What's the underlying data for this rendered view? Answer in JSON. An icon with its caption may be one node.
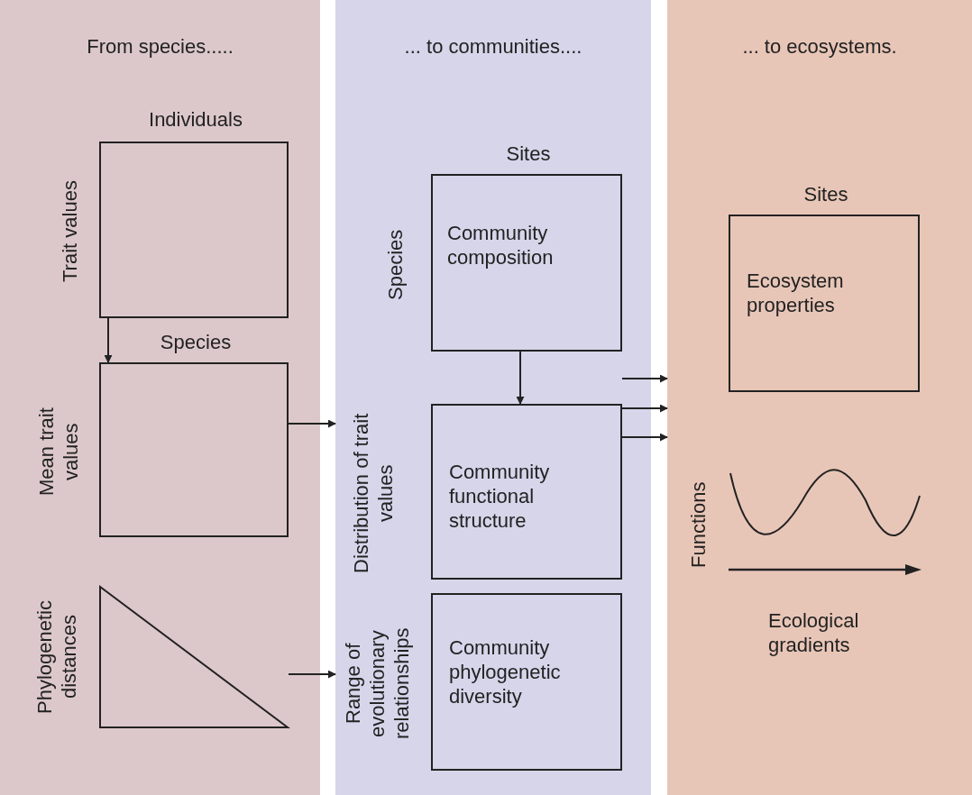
{
  "diagram": {
    "nodes": [
      {
        "text": [
          "From species....."
        ]
      },
      {
        "text": [
          "Individuals",
          "Trait values"
        ],
        "in": 0
      },
      {
        "text": [
          "Species",
          "Mean trait values"
        ],
        "in": 0
      },
      {
        "text": [
          "Phylogenetic distances"
        ],
        "in": 0
      },
      {
        "text": [
          "... to communities...."
        ]
      },
      {
        "text": [
          "Sites",
          "Species",
          "Community composition"
        ],
        "in": 4
      },
      {
        "text": [
          "Distribution of trait values",
          "Community functional structure"
        ],
        "in": 4
      },
      {
        "text": [
          "Range of evolutionary relationships",
          "Community phylogenetic diversity"
        ],
        "in": 4
      },
      {
        "text": [
          "... to ecosystems."
        ]
      },
      {
        "text": [
          "Sites",
          "Ecosystem properties"
        ],
        "in": 8
      },
      {
        "text": [
          "Functions",
          "Ecological gradients"
        ],
        "in": 8
      }
    ],
    "edges": [
      {
        "from": 1,
        "to": 2,
        "arrow": "to"
      },
      {
        "from": 2,
        "to": 4,
        "arrow": "to"
      },
      {
        "from": 3,
        "to": 4,
        "arrow": "to"
      },
      {
        "from": 5,
        "to": 6,
        "arrow": "to"
      },
      {
        "from": 6,
        "to": 8,
        "arrow": "to"
      },
      {
        "from": 6,
        "to": 8,
        "arrow": "to"
      },
      {
        "from": 6,
        "to": 8,
        "arrow": "to"
      }
    ]
  }
}
